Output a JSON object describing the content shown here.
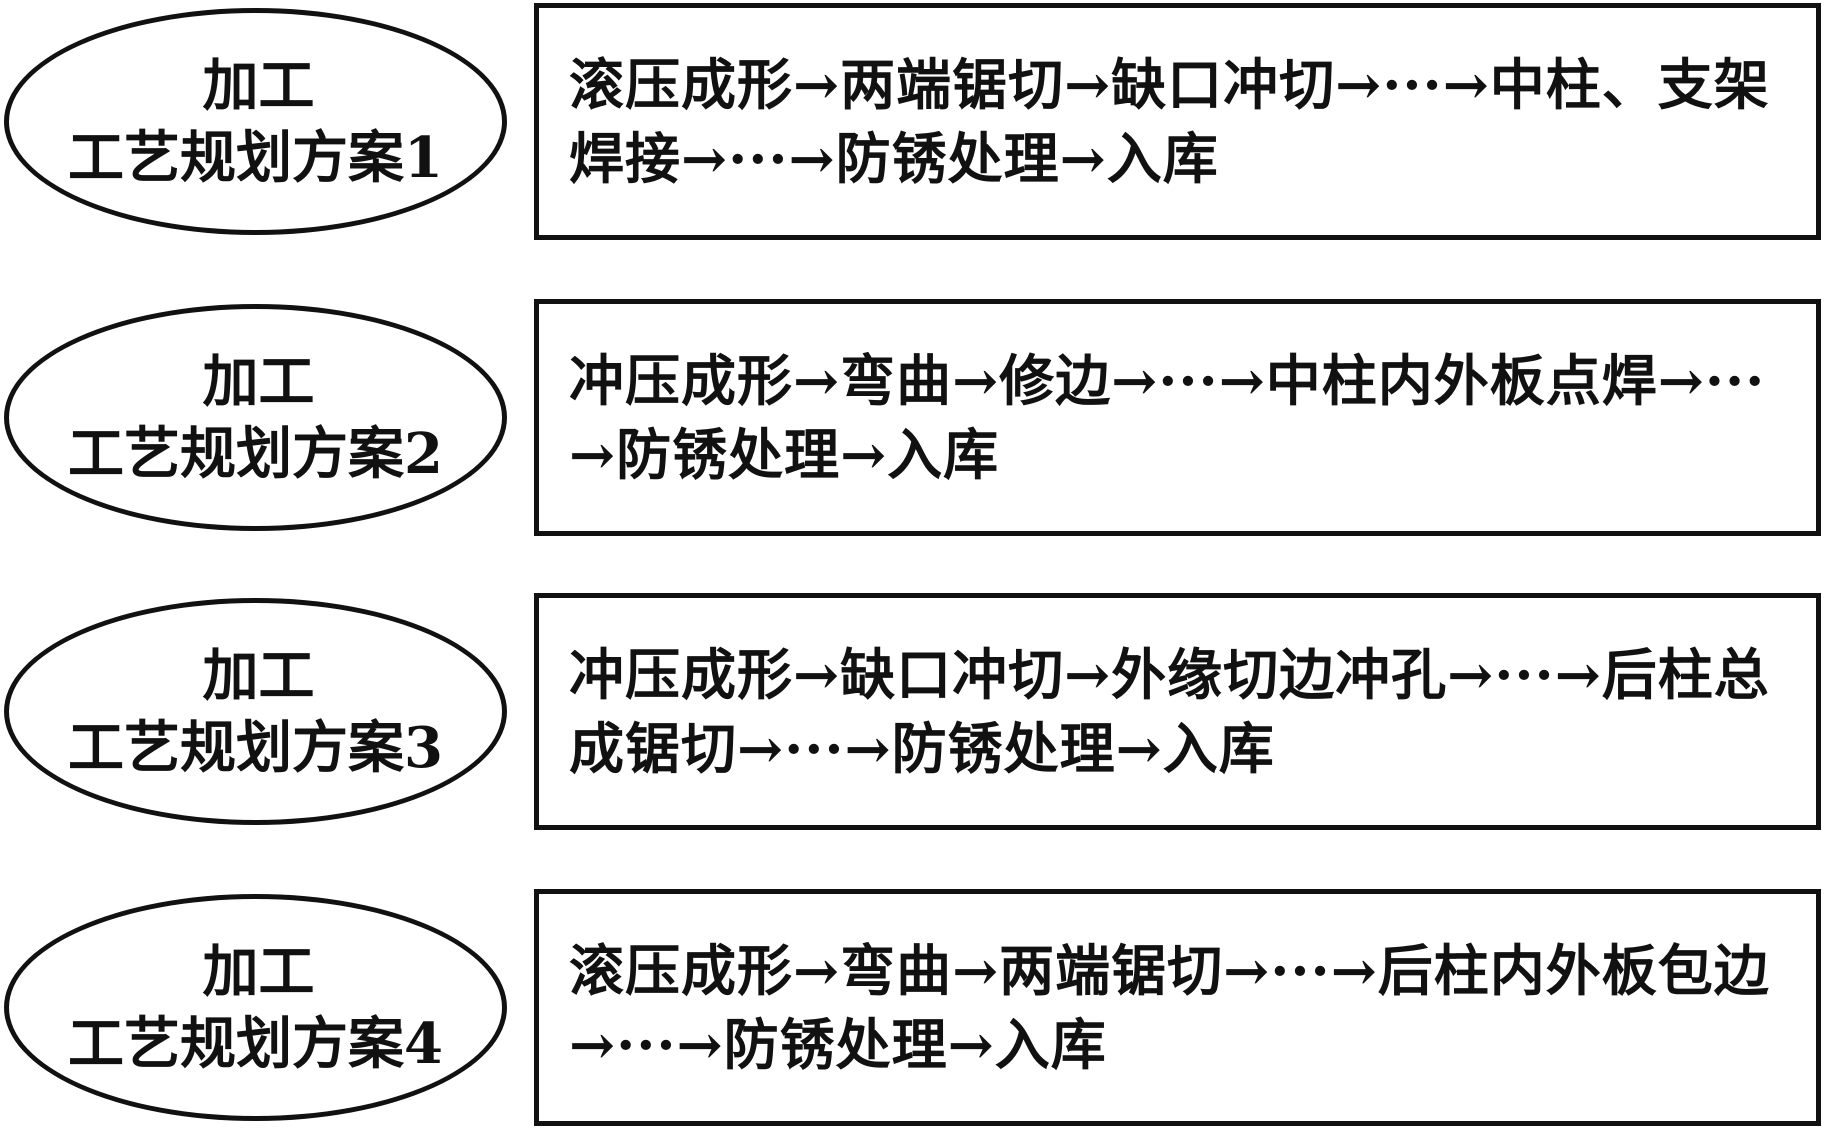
{
  "plans": [
    {
      "title_line1": "加工",
      "title_line2": "工艺规划方案1",
      "process": "滚压成形→两端锯切→缺口冲切→···→中柱、支架焊接→···→防锈处理→入库"
    },
    {
      "title_line1": "加工",
      "title_line2": "工艺规划方案2",
      "process": "冲压成形→弯曲→修边→···→中柱内外板点焊→···→防锈处理→入库"
    },
    {
      "title_line1": "加工",
      "title_line2": "工艺规划方案3",
      "process": "冲压成形→缺口冲切→外缘切边冲孔→···→后柱总成锯切→···→防锈处理→入库"
    },
    {
      "title_line1": "加工",
      "title_line2": "工艺规划方案4",
      "process": "滚压成形→弯曲→两端锯切→···→后柱内外板包边→···→防锈处理→入库"
    }
  ]
}
